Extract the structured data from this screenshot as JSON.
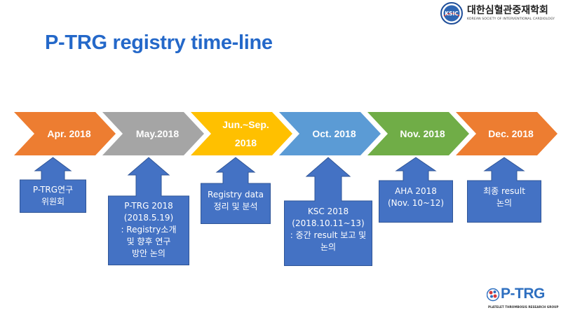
{
  "header": {
    "org_name_ko": "대한심혈관중재학회",
    "org_name_en": "KOREAN SOCIETY OF INTERVENTIONAL CARDIOLOGY",
    "seal_text": "KSIC"
  },
  "title": "P-TRG registry time-line",
  "timeline": [
    {
      "label": "Apr. 2018",
      "color": "#ed7d31"
    },
    {
      "label": "May.2018",
      "color": "#a5a5a5"
    },
    {
      "label": "Jun.~Sep. 2018",
      "color": "#ffc000"
    },
    {
      "label": "Oct. 2018",
      "color": "#5b9bd5"
    },
    {
      "label": "Nov. 2018",
      "color": "#70ad47"
    },
    {
      "label": "Dec. 2018",
      "color": "#ed7d31"
    }
  ],
  "events": [
    {
      "lines": [
        "P-TRG연구",
        "위원회"
      ]
    },
    {
      "lines": [
        "P-TRG 2018",
        "(2018.5.19)",
        ": Registry소개",
        "및 향후 연구",
        "방안 논의"
      ]
    },
    {
      "lines": [
        "Registry data",
        "정리 및 분석"
      ]
    },
    {
      "lines": [
        "KSC 2018",
        "(2018.10.11~13)",
        ": 중간 result 보고 및",
        "논의"
      ]
    },
    {
      "lines": [
        "AHA 2018",
        "(Nov. 10~12)"
      ]
    },
    {
      "lines": [
        "최종 result",
        "논의"
      ]
    }
  ],
  "footer": {
    "logo_name": "P-TRG",
    "logo_sub": "PLATELET THROMBOSIS RESEARCH GROUP"
  },
  "colors": {
    "title": "#2468c9",
    "callout_fill": "#4472c4",
    "callout_stroke": "#2f5597"
  }
}
